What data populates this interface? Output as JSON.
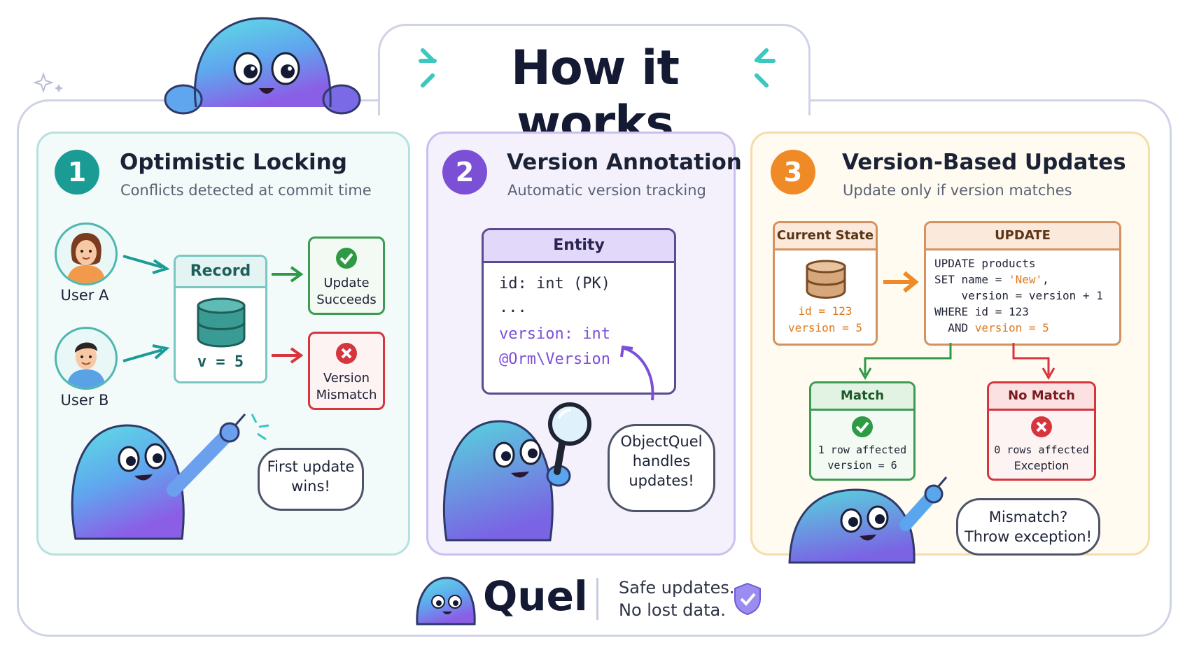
{
  "header": {
    "title": "How it works"
  },
  "colors": {
    "teal": "#1a9c95",
    "purple": "#7c50d6",
    "orange": "#ef8a27",
    "green": "#2e9a45",
    "red": "#d7353d",
    "navy": "#141a33"
  },
  "panel1": {
    "number": "1",
    "title": "Optimistic Locking",
    "subtitle": "Conflicts detected at commit time",
    "user_a": "User A",
    "user_b": "User B",
    "record_header": "Record",
    "record_value": "v = 5",
    "success_line1": "Update",
    "success_line2": "Succeeds",
    "fail_line1": "Version",
    "fail_line2": "Mismatch",
    "bubble_line1": "First update",
    "bubble_line2": "wins!"
  },
  "panel2": {
    "number": "2",
    "title": "Version Annotation",
    "subtitle": "Automatic version tracking",
    "entity_header": "Entity",
    "line1": "id: int (PK)",
    "line2": "...",
    "line3": "version: int",
    "line4": "@Orm\\Version",
    "bubble_line1": "ObjectQuel",
    "bubble_line2": "handles",
    "bubble_line3": "updates!"
  },
  "panel3": {
    "number": "3",
    "title": "Version-Based Updates",
    "subtitle": "Update only if version matches",
    "state_header": "Current State",
    "state_id": "id = 123",
    "state_version": "version = 5",
    "update_header": "UPDATE",
    "sql1": "UPDATE products",
    "sql2a": "SET name = ",
    "sql2b": "'New'",
    "sql2c": ",",
    "sql3": "    version = version + 1",
    "sql4": "WHERE id = 123",
    "sql5a": "  AND ",
    "sql5b": "version = 5",
    "match_header": "Match",
    "match_line1": "1 row affected",
    "match_line2": "version = 6",
    "nomatch_header": "No Match",
    "nomatch_line1": "0 rows affected",
    "nomatch_line2": "Exception",
    "bubble_line1": "Mismatch?",
    "bubble_line2": "Throw exception!"
  },
  "footer": {
    "brand": "Quel",
    "tag_line1": "Safe updates.",
    "tag_line2": "No lost data."
  },
  "icons": [
    "sparkle-icon",
    "database-icon",
    "check-icon",
    "cross-icon",
    "magnifier-icon",
    "shield-check-icon",
    "mascot-icon"
  ]
}
